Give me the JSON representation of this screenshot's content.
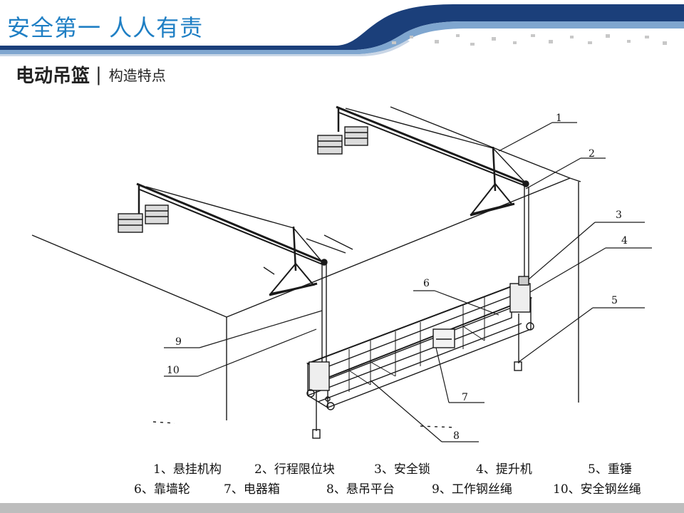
{
  "header": {
    "title": "安全第一  人人有责"
  },
  "section": {
    "title": "电动吊篮",
    "separator": "|",
    "subtitle": "构造特点"
  },
  "callouts": [
    "1",
    "2",
    "3",
    "4",
    "5",
    "6",
    "7",
    "8",
    "9",
    "10"
  ],
  "legend": {
    "row1": [
      "1、悬挂机构",
      "2、行程限位块",
      "3、安全锁",
      "4、提升机",
      "5、重锤"
    ],
    "row2": [
      "6、靠墙轮",
      "7、电器箱",
      "8、悬吊平台",
      "9、工作钢丝绳",
      "10、安全钢丝绳"
    ]
  },
  "colors": {
    "title_blue": "#1f7fc4",
    "band_navy": "#1b3f7a",
    "footer_gray": "#bdbdbd"
  }
}
